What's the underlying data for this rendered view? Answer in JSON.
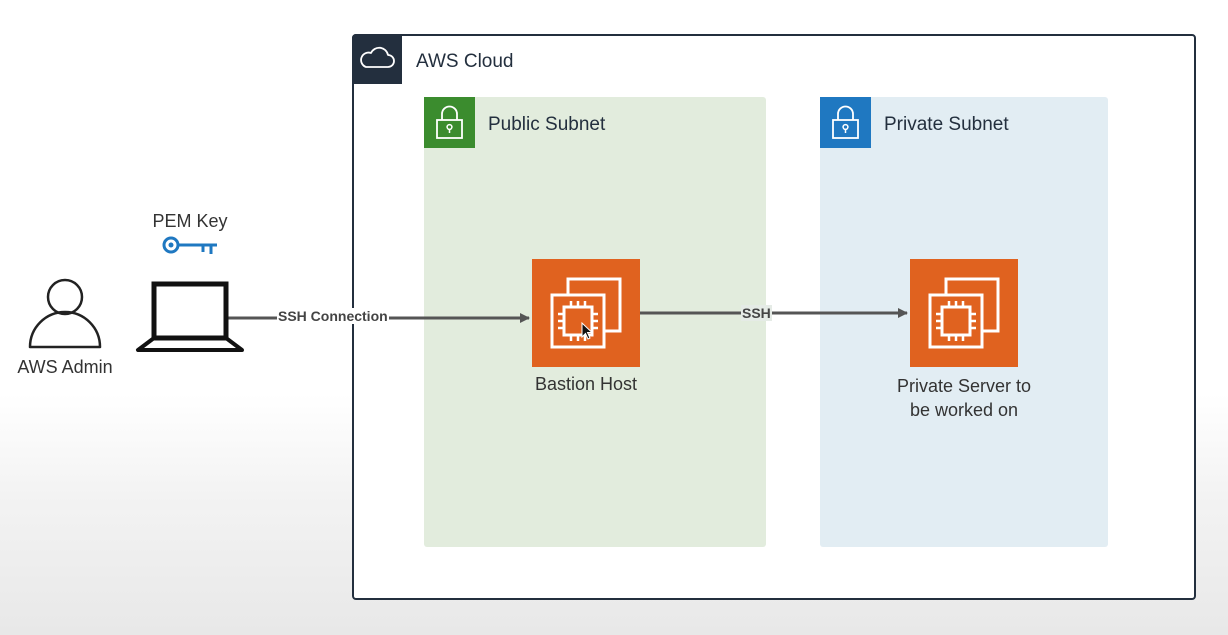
{
  "aws_cloud": {
    "title": "AWS Cloud",
    "icon": "cloud-icon",
    "border_color": "#232f3e"
  },
  "public_subnet": {
    "title": "Public Subnet",
    "icon": "lock-icon",
    "badge_color": "#3b8c2e",
    "fill_color": "#e2ecdd"
  },
  "private_subnet": {
    "title": "Private Subnet",
    "icon": "lock-icon",
    "badge_color": "#1f78c1",
    "fill_color": "#e2edf3"
  },
  "nodes": {
    "admin": {
      "label": "AWS Admin",
      "icon": "user-icon"
    },
    "pem_key": {
      "label": "PEM Key",
      "icon": "key-icon",
      "color": "#1f78c1"
    },
    "laptop": {
      "icon": "laptop-icon"
    },
    "bastion": {
      "label": "Bastion Host",
      "icon": "ec2-instance-icon",
      "color": "#e0621f"
    },
    "private_server": {
      "label": "Private Server to\nbe worked on",
      "icon": "ec2-instance-icon",
      "color": "#e0621f"
    }
  },
  "connections": {
    "admin_to_bastion": {
      "label": "SSH Connection"
    },
    "bastion_to_private": {
      "label": "SSH"
    }
  }
}
